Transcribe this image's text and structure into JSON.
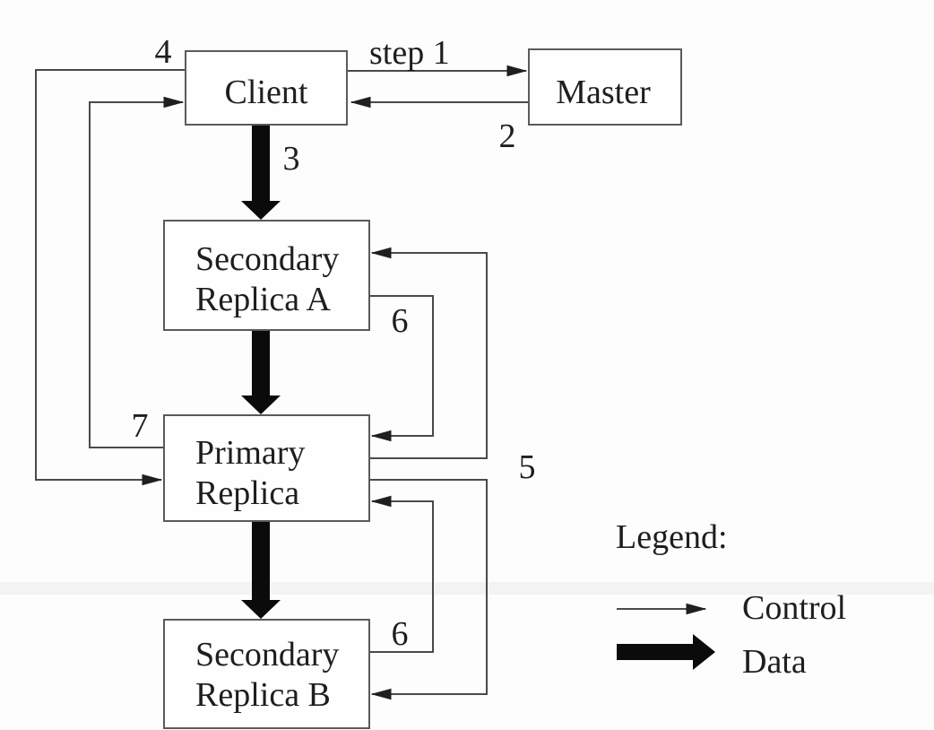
{
  "page": {
    "background": "#fdfdfd",
    "band_color": "#f3f3f3"
  },
  "colors": {
    "control_line": "#4a4a4a",
    "box_border": "#5a5a5a",
    "data_arrow": "#0b0b0b",
    "arrowhead": "#1f1f1f",
    "text": "#1e1e1e"
  },
  "nodes": {
    "client": {
      "label": "Client"
    },
    "master": {
      "label": "Master"
    },
    "secondary_a": {
      "line1": "Secondary",
      "line2": "Replica A"
    },
    "primary": {
      "line1": "Primary",
      "line2": "Replica"
    },
    "secondary_b": {
      "line1": "Secondary",
      "line2": "Replica B"
    }
  },
  "steps": {
    "step1": "step 1",
    "step2": "2",
    "step3": "3",
    "step4": "4",
    "step5": "5",
    "step6_upper": "6",
    "step6_lower": "6",
    "step7": "7"
  },
  "legend": {
    "title": "Legend:",
    "control": "Control",
    "data": "Data"
  }
}
